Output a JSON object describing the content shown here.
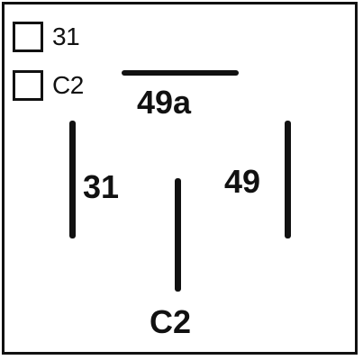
{
  "legend": {
    "items": [
      {
        "label": "31"
      },
      {
        "label": "C2"
      }
    ]
  },
  "terminals": {
    "top": "49a",
    "left": "31",
    "right": "49",
    "bottom": "C2"
  }
}
